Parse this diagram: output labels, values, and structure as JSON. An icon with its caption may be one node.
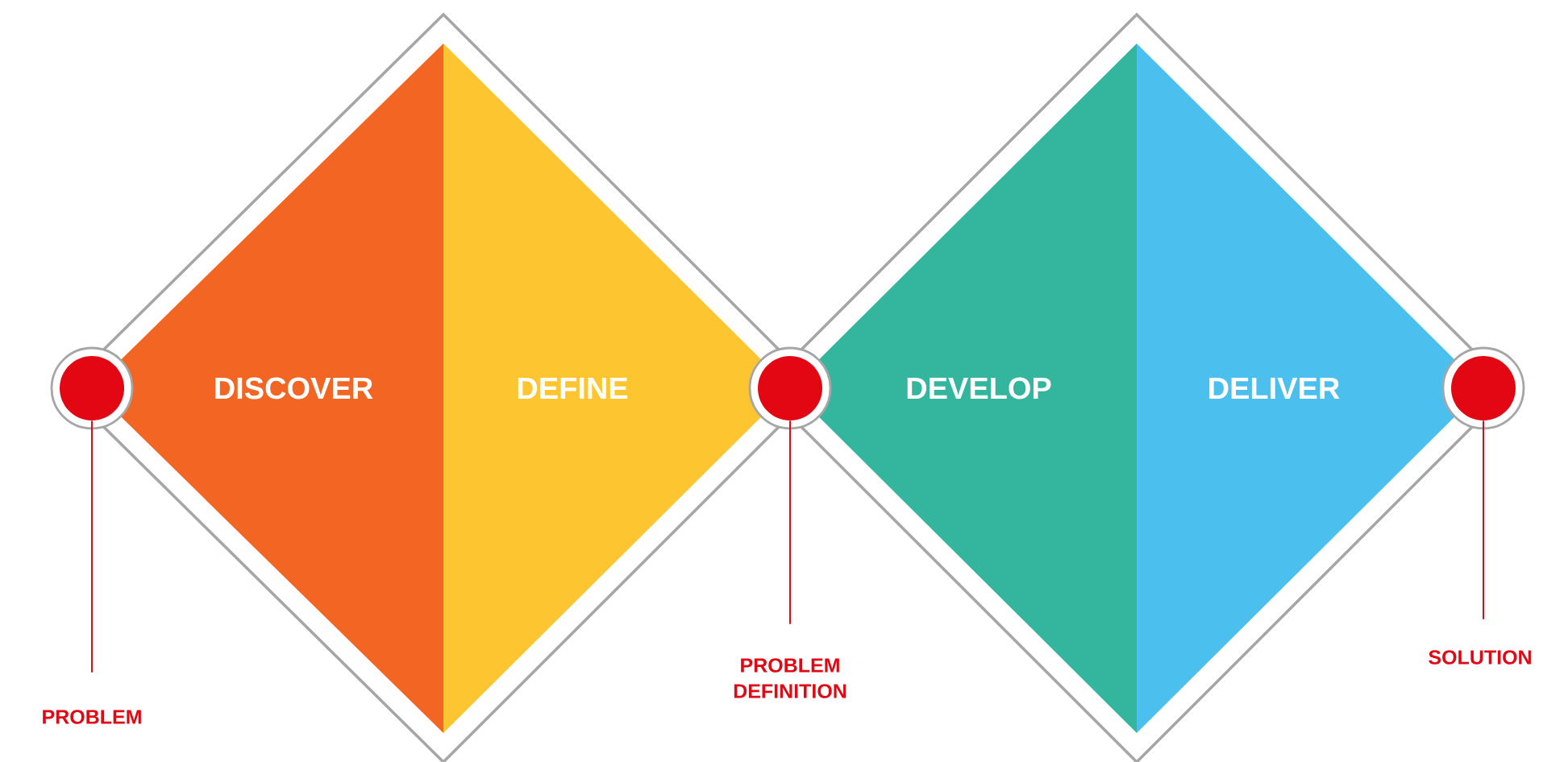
{
  "diagram": {
    "nodes": [
      {
        "text": [
          "DISCOVER"
        ]
      },
      {
        "text": [
          "DEFINE"
        ]
      },
      {
        "text": [
          "DEVELOP"
        ]
      },
      {
        "text": [
          "DELIVER"
        ]
      },
      {
        "text": [],
        "shape": "circle"
      },
      {
        "text": [],
        "shape": "circle"
      },
      {
        "text": [],
        "shape": "circle"
      },
      {
        "text": [
          "PROBLEM"
        ]
      },
      {
        "text": [
          "PROBLEM DEFINITION"
        ]
      },
      {
        "text": [
          "SOLUTION"
        ]
      }
    ],
    "edges": [
      {
        "from": 7,
        "to": 4,
        "arrow": "none"
      },
      {
        "from": 8,
        "to": 5,
        "arrow": "none"
      },
      {
        "from": 9,
        "to": 6,
        "arrow": "none"
      }
    ]
  }
}
